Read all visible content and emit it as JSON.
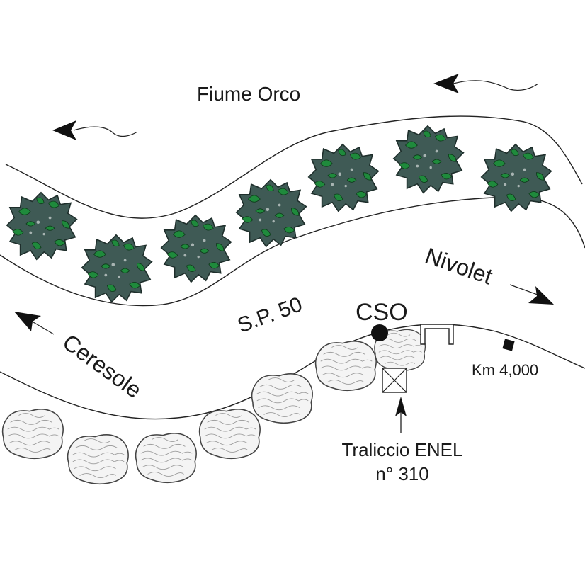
{
  "labels": {
    "river": "Fiume Orco",
    "road": "S.P. 50",
    "direction_east": "Nivolet",
    "direction_west": "Ceresole",
    "site": "CSO",
    "km_marker": "Km 4,000",
    "pylon_line1": "Traliccio ENEL",
    "pylon_line2": "n° 310"
  },
  "colors": {
    "tree_dark": "#3f5a55",
    "tree_leaf": "#1f8a3c",
    "rock": "#b9b9b9",
    "line": "#222222"
  },
  "icons": {
    "tree": "tree-icon",
    "rock": "rock-icon",
    "site": "filled-circle-icon",
    "pylon": "pylon-box-icon",
    "km_marker": "square-marker-icon",
    "structure": "bridge-icon"
  }
}
